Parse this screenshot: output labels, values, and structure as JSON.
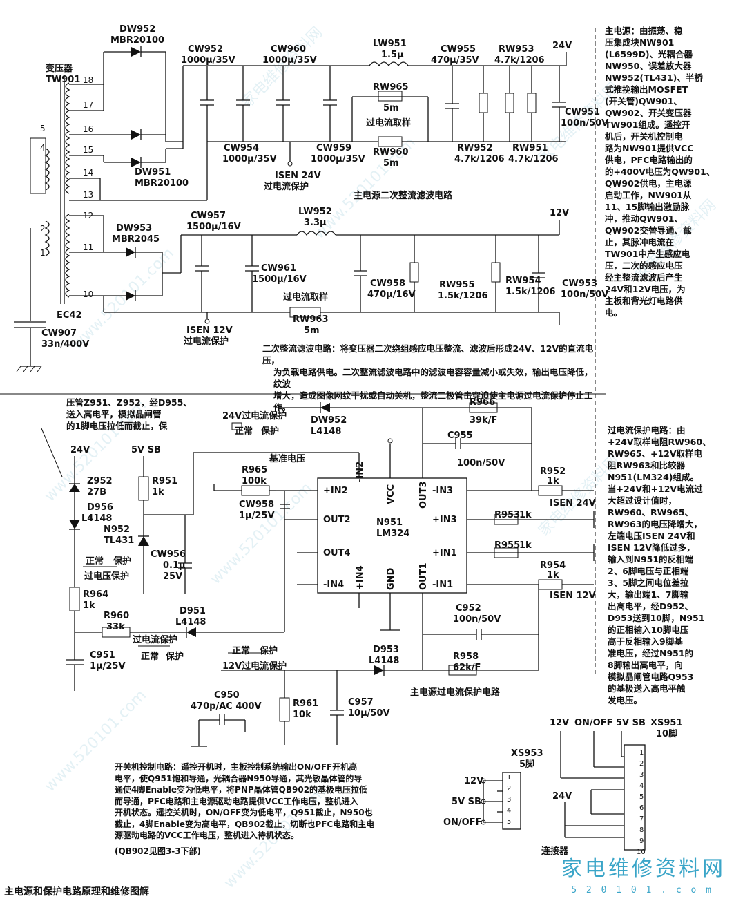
{
  "top": {
    "transformer": {
      "name": "变压器",
      "ref": "TW901",
      "pins": [
        "5",
        "4",
        "2",
        "1",
        "18",
        "17",
        "16",
        "15",
        "14",
        "13",
        "12",
        "11",
        "10"
      ],
      "core": "EC42"
    },
    "dw952": {
      "ref": "DW952",
      "part": "MBR20100"
    },
    "dw951": {
      "ref": "DW951",
      "part": "MBR20100"
    },
    "dw953": {
      "ref": "DW953",
      "part": "MBR2045"
    },
    "cw952": {
      "ref": "CW952",
      "value": "1000μ/35V"
    },
    "cw960": {
      "ref": "CW960",
      "value": "1000μ/35V"
    },
    "cw954": {
      "ref": "CW954",
      "value": "1000μ/35V"
    },
    "cw959": {
      "ref": "CW959",
      "value": "1000μ/35V"
    },
    "lw951": {
      "ref": "LW951",
      "value": "1.5μ"
    },
    "cw955": {
      "ref": "CW955",
      "value": "470μ/35V"
    },
    "rw953": {
      "ref": "RW953",
      "value": "4.7k/1206"
    },
    "rw965": {
      "ref": "RW965",
      "value": "5m"
    },
    "rw960": {
      "ref": "RW960",
      "value": "5m"
    },
    "rw952": {
      "ref": "RW952",
      "value": "4.7k/1206"
    },
    "rw951": {
      "ref": "RW951",
      "value": "4.7k/1206"
    },
    "cw951": {
      "ref": "CW951",
      "value": "100n/50V"
    },
    "v24": "24V",
    "v12": "12V",
    "sense_label": "过电流取样",
    "isen24": "ISEN 24V",
    "isen24_sub": "过电流保护",
    "title_main": "主电源二次整流滤波电路",
    "cw957": {
      "ref": "CW957",
      "value": "1500μ/16V"
    },
    "cw961": {
      "ref": "CW961",
      "value": "1500μ/16V"
    },
    "lw952": {
      "ref": "LW952",
      "value": "3.3μ"
    },
    "cw958": {
      "ref": "CW958",
      "value": "470μ/16V"
    },
    "rw955": {
      "ref": "RW955",
      "value": "1.5k/1206"
    },
    "rw954": {
      "ref": "RW954",
      "value": "1.5k/1206"
    },
    "cw953": {
      "ref": "CW953",
      "value": "100n/50V"
    },
    "rw963": {
      "ref": "RW963",
      "value": "5m"
    },
    "isen12": "ISEN 12V",
    "isen12_sub": "过电流保护",
    "cw907": {
      "ref": "CW907",
      "value": "33n/400V"
    },
    "right_note": [
      "主电源：由振荡、稳",
      "压集成块NW901",
      "(L6599D)、光耦合器",
      "NW950、误差放大器",
      "NW952(TL431)、半桥",
      "式推挽输出MOSFET",
      "(开关管)QW901、",
      "QW902、开关变压器",
      "TW901组成。遥控开",
      "机后，开关机控制电",
      "路为NW901提供VCC",
      "供电，PFC电路输出的",
      "的+400V电压为QW901、",
      "QW902供电，主电源",
      "启动工作，NW901从",
      "11、15脚输出激励脉",
      "冲，推动QW901、",
      "QW902交替导通、截",
      "止，其脉冲电流在",
      "TW901中产生感应电",
      "压，二次的感应电压",
      "经主整流滤波后产生",
      "24V和12V电压，为",
      "主板和背光灯电路供",
      "电。"
    ],
    "bottom_note": [
      "二次整流滤波电路：将变压器二次绕组感应电压整流、滤波后形成24V、12V的直流电压，",
      "为负载电路供电。二次整流滤波电路中的滤波电容容量减小或失效，输出电压降低，纹波",
      "增大，造成图像网纹干扰或自动关机，整流二极管击穿迫使主电源过电流保护停止工作。"
    ]
  },
  "bottom": {
    "left_note": [
      "压管Z951、Z952，经D955、",
      "送入高电平，模拟晶闸管",
      "的1脚电压拉低而截止，保"
    ],
    "v24": "24V",
    "v5sb": "5V SB",
    "z952": {
      "ref": "Z952",
      "value": "27B"
    },
    "d956": {
      "ref": "D956",
      "value": "L4148"
    },
    "r951": {
      "ref": "R951",
      "value": "1k"
    },
    "n952": {
      "ref": "N952",
      "value": "TL431"
    },
    "cw956": {
      "ref": "CW956",
      "value": "0.1μ",
      "value2": "25V"
    },
    "ovp_normal": "正常",
    "ovp_protect": "保护",
    "ovp_label": "过电压保护",
    "r964": {
      "ref": "R964",
      "value": "1k"
    },
    "r960": {
      "ref": "R960",
      "value": "33k"
    },
    "c951": {
      "ref": "C951",
      "value": "1μ/25V"
    },
    "d951": {
      "ref": "D951",
      "value": "L4148"
    },
    "ocp_mid": "过电流保护",
    "ocp_normal": "正常",
    "ocp_protect": "保护",
    "v24_ocp": "24V过电流保护",
    "v24_normal": "正常",
    "v24_protect": "保护",
    "dw952": {
      "ref": "DW952",
      "value": "L4148"
    },
    "r966": {
      "ref": "R966",
      "value": "39k/F"
    },
    "c955": {
      "ref": "C955",
      "value": "100n/50V"
    },
    "ref_voltage": "基准电压",
    "r965": {
      "ref": "R965",
      "value": "100k"
    },
    "cw958": {
      "ref": "CW958",
      "value": "1μ/25V"
    },
    "ic": {
      "ref": "N951",
      "part": "LM324",
      "in2p": "+IN2",
      "in2n": "-IN2",
      "vcc": "VCC",
      "out3": "OUT3",
      "in3n": "-IN3",
      "in3p": "+IN3",
      "out2": "OUT2",
      "in1p": "+IN1",
      "out4": "OUT4",
      "in4p": "+IN4",
      "gnd": "GND",
      "out1": "OUT1",
      "in1n": "-IN1",
      "in4n": "-IN4"
    },
    "r952": {
      "ref": "R952",
      "value": "1k"
    },
    "r953": {
      "ref": "R953",
      "value": "1k"
    },
    "r955": {
      "ref": "R955",
      "value": "1k"
    },
    "r954": {
      "ref": "R954",
      "value": "1k"
    },
    "isen24": "ISEN 24V",
    "isen12": "ISEN 12V",
    "c952": {
      "ref": "C952",
      "value": "100n/50V"
    },
    "d953": {
      "ref": "D953",
      "value": "L4148"
    },
    "r958": {
      "ref": "R958",
      "value": "62k/F"
    },
    "v12_normal": "正常",
    "v12_protect": "保护",
    "v12_ocp": "12V过电流保护",
    "ocp_title": "主电源过电流保护电路",
    "r961": {
      "ref": "R961",
      "value": "10k"
    },
    "c957": {
      "ref": "C957",
      "value": "10μ/50V"
    },
    "c950": {
      "ref": "C950",
      "value": "470p/AC 400V"
    },
    "right_note": [
      "过电流保护电路：由",
      "+24V取样电阻RW960、",
      "RW965、+12V取样电",
      "阻RW963和比较器",
      "N951(LM324)组成。",
      "当+24V和+12V电流过",
      "大超过设计值时，",
      "RW960、RW965、",
      "RW963的电压降增大，",
      "左端电压ISEN 24V和",
      "ISEN 12V降低过多，",
      "输入到N951的反相端",
      "2、6脚电压与正相端",
      "3、5脚之间电位差拉",
      "大，输出端1、7脚输",
      "出高电平，经D952、",
      "D953送到10脚，N951",
      "的正相输入10脚电压",
      "高于反相输入9脚基",
      "准电压，经过N951的",
      "8脚输出高电平，向",
      "模拟晶闸管电路Q953",
      "的基极送入高电平触",
      "发电压。"
    ],
    "onoff_note": [
      "开关机控制电路：遥控开机时，主板控制系统输出ON/OFF开机高",
      "电平，使Q951饱和导通，光耦合器N950导通，其光敏晶体管的导",
      "通使4脚Enable变为低电平，将PNP晶体管QB902的基极电压拉低",
      "而导通，PFC电路和主电源驱动电路提供VCC工作电压，整机进入",
      "开机状态。遥控关机时，ON/OFF变为低电平，Q951截止，N950也",
      "截止，4脚Enable变为高电平，QB902截止，切断也PFC电路和主电",
      "源驱动电路的VCC工作电压，整机进入待机状态。"
    ],
    "onoff_ref": "(QB902见图3-3下部)",
    "xs953": {
      "ref": "XS953",
      "sub": "5脚",
      "pins": [
        "1",
        "2",
        "3",
        "4",
        "5"
      ],
      "labels": [
        "12V",
        "5V SB",
        "ON/OFF"
      ]
    },
    "xs951": {
      "ref": "XS951",
      "sub": "10脚",
      "pins": [
        "1",
        "2",
        "3",
        "4",
        "5",
        "6",
        "7",
        "8",
        "9",
        "10"
      ],
      "labels": [
        "12V",
        "ON/OFF",
        "5V SB",
        "24V"
      ]
    },
    "connector": "连接器"
  },
  "caption": "主电源和保护电路原理和维修图解",
  "watermark": {
    "site": "家电维修资料网",
    "url": "5 2 0 1 0 1 . c o m",
    "diag": [
      "家电维修资料网",
      "www.520101.com"
    ]
  }
}
